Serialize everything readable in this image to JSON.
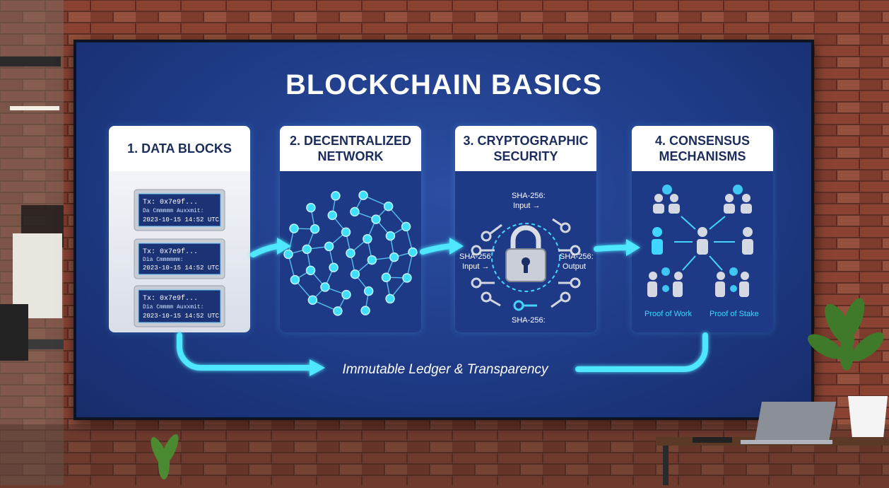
{
  "title": "BLOCKCHAIN BASICS",
  "steps": [
    {
      "heading": "1. DATA BLOCKS",
      "blocks": [
        {
          "tx": "Tx: 0x7e9f...",
          "detail": "Da Cmmmmm Auxxmit:",
          "time": "2023-10-15 14:52 UTC"
        },
        {
          "tx": "Tx: 0x7e9f...",
          "detail": "Dia Cmmmmmm:",
          "time": "2023-10-15 14:52 UTC"
        },
        {
          "tx": "Tx: 0x7e9f...",
          "detail": "Dia Cmmmm Auxxmit:",
          "time": "2023-10-15 14:52 UTC"
        }
      ]
    },
    {
      "heading": "2. DECENTRALIZED NETWORK"
    },
    {
      "heading": "3. CRYPTOGRAPHIC SECURITY",
      "labels": {
        "top": "SHA-256:",
        "top_sub": "Input →",
        "left": "SHA-256",
        "left_sub": "Input →",
        "right": "SHA-256:",
        "right_sub": "Output",
        "bottom": "SHA-256:"
      }
    },
    {
      "heading": "4. CONSENSUS MECHANISMS",
      "labels": {
        "left": "Proof of Work",
        "right": "Proof of Stake"
      }
    }
  ],
  "footer": "Immutable Ledger & Transparency",
  "colors": {
    "accent": "#3fe0ff",
    "screen": "#1f3b86",
    "card_head": "#ffffff",
    "heading_text": "#1c2d5c"
  }
}
